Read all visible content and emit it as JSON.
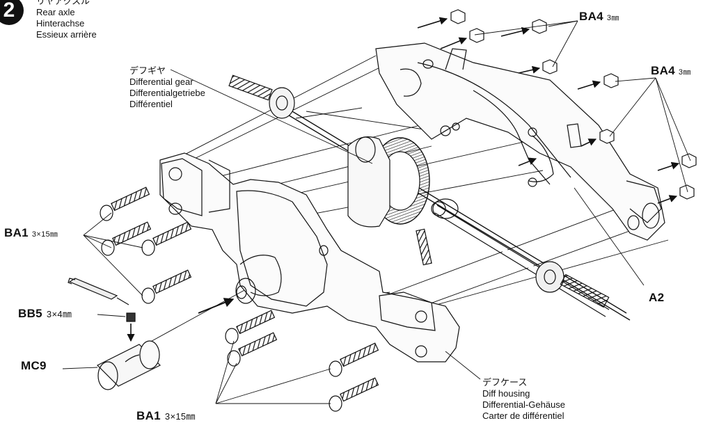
{
  "step": {
    "number": "2",
    "title_jp": "リヤアクスル",
    "title_en": "Rear axle",
    "title_de": "Hinterachse",
    "title_fr": "Essieux arrière"
  },
  "callouts": {
    "diff_gear": {
      "jp": "デフギヤ",
      "en": "Differential gear",
      "de": "Differentialgetriebe",
      "fr": "Différentiel"
    },
    "diff_housing": {
      "jp": "デフケース",
      "en": "Diff housing",
      "de": "Differential-Gehäuse",
      "fr": "Carter de différentiel"
    }
  },
  "parts": {
    "ba4_top": {
      "code": "BA4",
      "size": "3㎜"
    },
    "ba4_right": {
      "code": "BA4",
      "size": "3㎜"
    },
    "ba1_left": {
      "code": "BA1",
      "size": "3×15㎜"
    },
    "ba1_bottom": {
      "code": "BA1",
      "size": "3×15㎜"
    },
    "bb5": {
      "code": "BB5",
      "size": "3×4㎜"
    },
    "mc9": {
      "code": "MC9",
      "size": ""
    },
    "a2": {
      "code": "A2",
      "size": ""
    }
  }
}
